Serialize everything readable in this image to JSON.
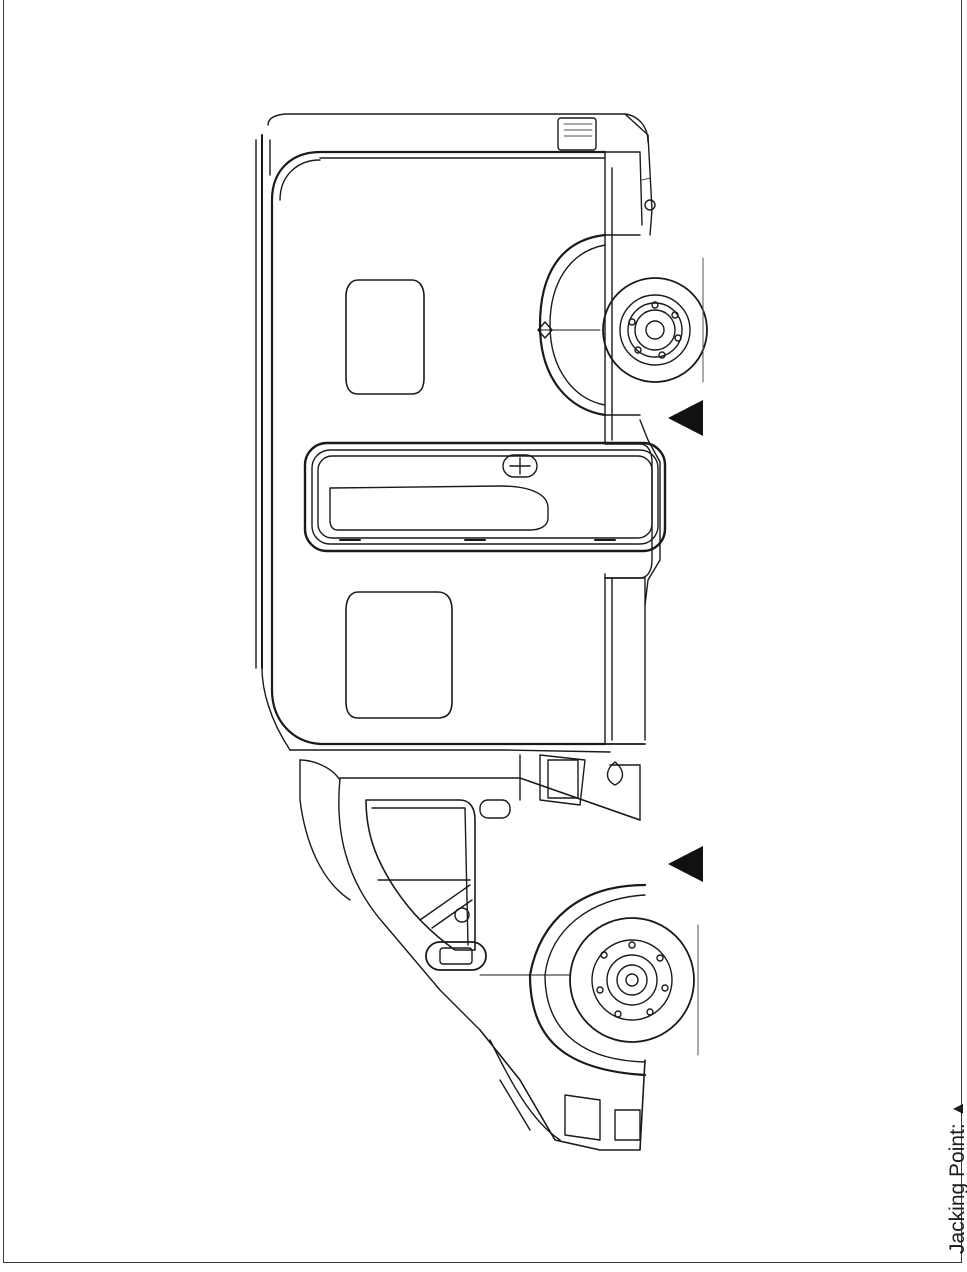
{
  "legend": {
    "label": "Jacking Point:",
    "symbol": "▲"
  },
  "jacking_points": [
    {
      "id": "rear"
    },
    {
      "id": "front"
    }
  ]
}
